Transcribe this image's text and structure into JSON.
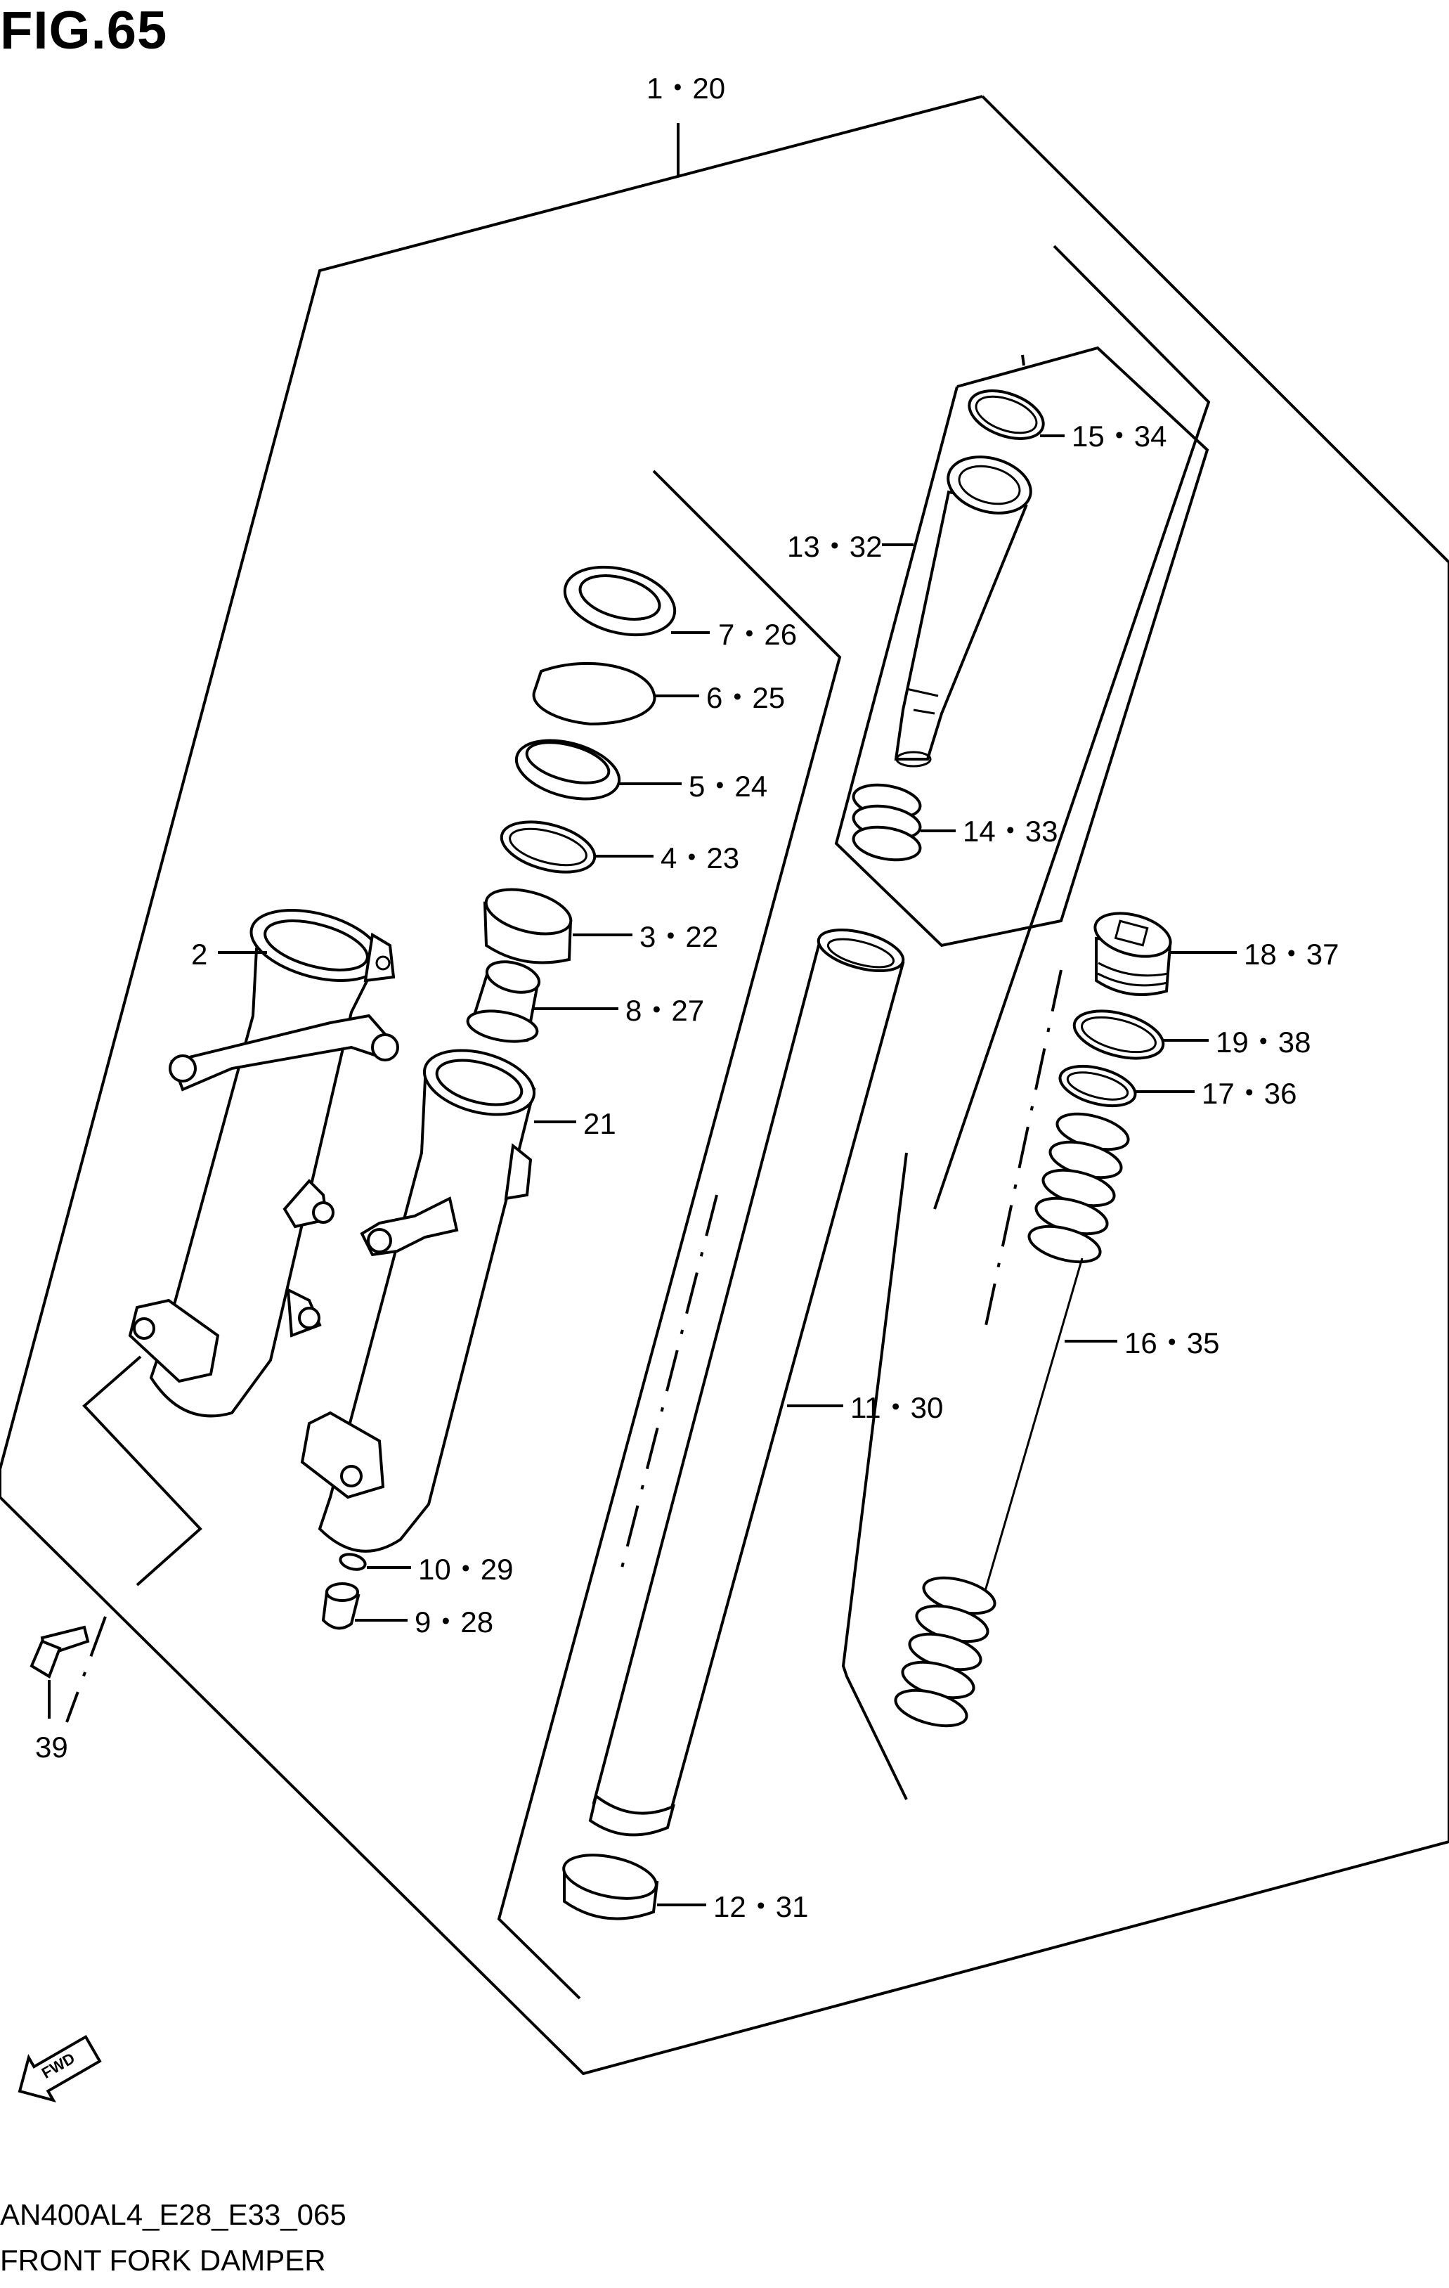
{
  "figure": {
    "title": "FIG.65",
    "model_code": "AN400AL4_E28_E33_065",
    "caption": "FRONT FORK DAMPER"
  },
  "callouts": [
    {
      "id": "c1",
      "text": "1・20"
    },
    {
      "id": "c15",
      "text": "15・34"
    },
    {
      "id": "c13",
      "text": "13・32"
    },
    {
      "id": "c7",
      "text": "7・26"
    },
    {
      "id": "c6",
      "text": "6・25"
    },
    {
      "id": "c5",
      "text": "5・24"
    },
    {
      "id": "c14",
      "text": "14・33"
    },
    {
      "id": "c4",
      "text": "4・23"
    },
    {
      "id": "c3",
      "text": "3・22"
    },
    {
      "id": "c18",
      "text": "18・37"
    },
    {
      "id": "c2",
      "text": "2"
    },
    {
      "id": "c8",
      "text": "8・27"
    },
    {
      "id": "c19",
      "text": "19・38"
    },
    {
      "id": "c17",
      "text": "17・36"
    },
    {
      "id": "c21",
      "text": "21"
    },
    {
      "id": "c16",
      "text": "16・35"
    },
    {
      "id": "c11",
      "text": "11・30"
    },
    {
      "id": "c10",
      "text": "10・29"
    },
    {
      "id": "c9",
      "text": "9・28"
    },
    {
      "id": "c39",
      "text": "39"
    },
    {
      "id": "c12",
      "text": "12・31"
    }
  ],
  "fwd_badge": "FWD"
}
